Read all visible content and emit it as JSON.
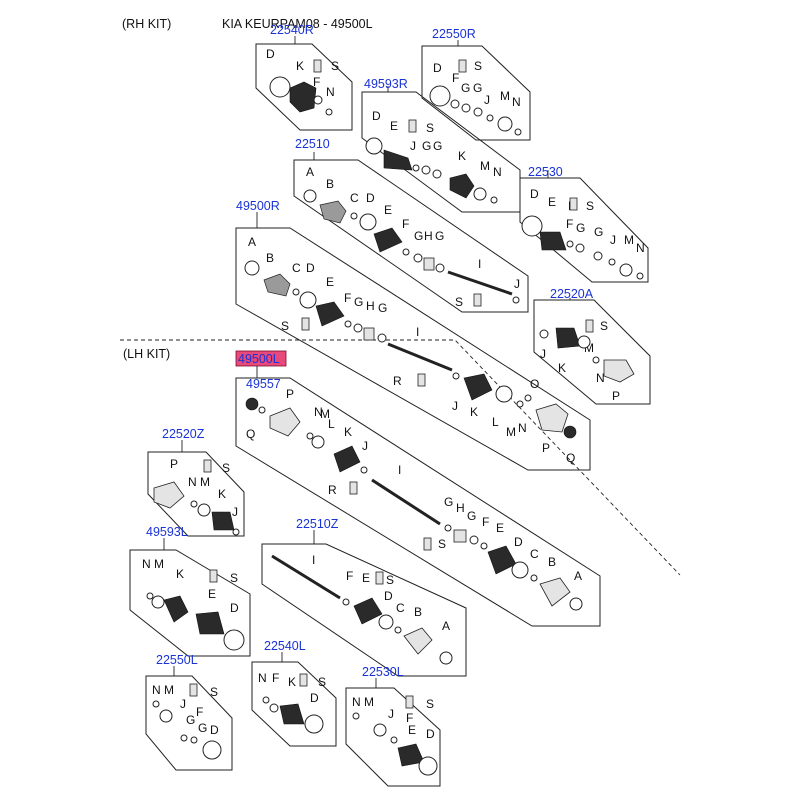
{
  "header": {
    "rh_kit": "(RH KIT)",
    "model": "KIA KEURPAM08 - 49500L"
  },
  "sections": {
    "lh_kit": "(LH KIT)"
  },
  "highlight_color": "#e8487a",
  "number_color": "#1a33d6",
  "parts": [
    {
      "id": "p1",
      "num": "22540R"
    },
    {
      "id": "p2",
      "num": "22550R"
    },
    {
      "id": "p3",
      "num": "49593R"
    },
    {
      "id": "p4",
      "num": "22510"
    },
    {
      "id": "p5",
      "num": "22530"
    },
    {
      "id": "p6",
      "num": "49500R"
    },
    {
      "id": "p7",
      "num": "22520A"
    },
    {
      "id": "p8",
      "num": "49500L",
      "highlighted": true
    },
    {
      "id": "p9",
      "num": "49557"
    },
    {
      "id": "p10",
      "num": "22520Z"
    },
    {
      "id": "p11",
      "num": "49593L"
    },
    {
      "id": "p12",
      "num": "22510Z"
    },
    {
      "id": "p13",
      "num": "22540L"
    },
    {
      "id": "p14",
      "num": "22550L"
    },
    {
      "id": "p15",
      "num": "22530L"
    }
  ],
  "letters": [
    "A",
    "B",
    "C",
    "D",
    "E",
    "F",
    "G",
    "H",
    "I",
    "J",
    "K",
    "L",
    "M",
    "N",
    "O",
    "P",
    "Q",
    "R",
    "S"
  ]
}
